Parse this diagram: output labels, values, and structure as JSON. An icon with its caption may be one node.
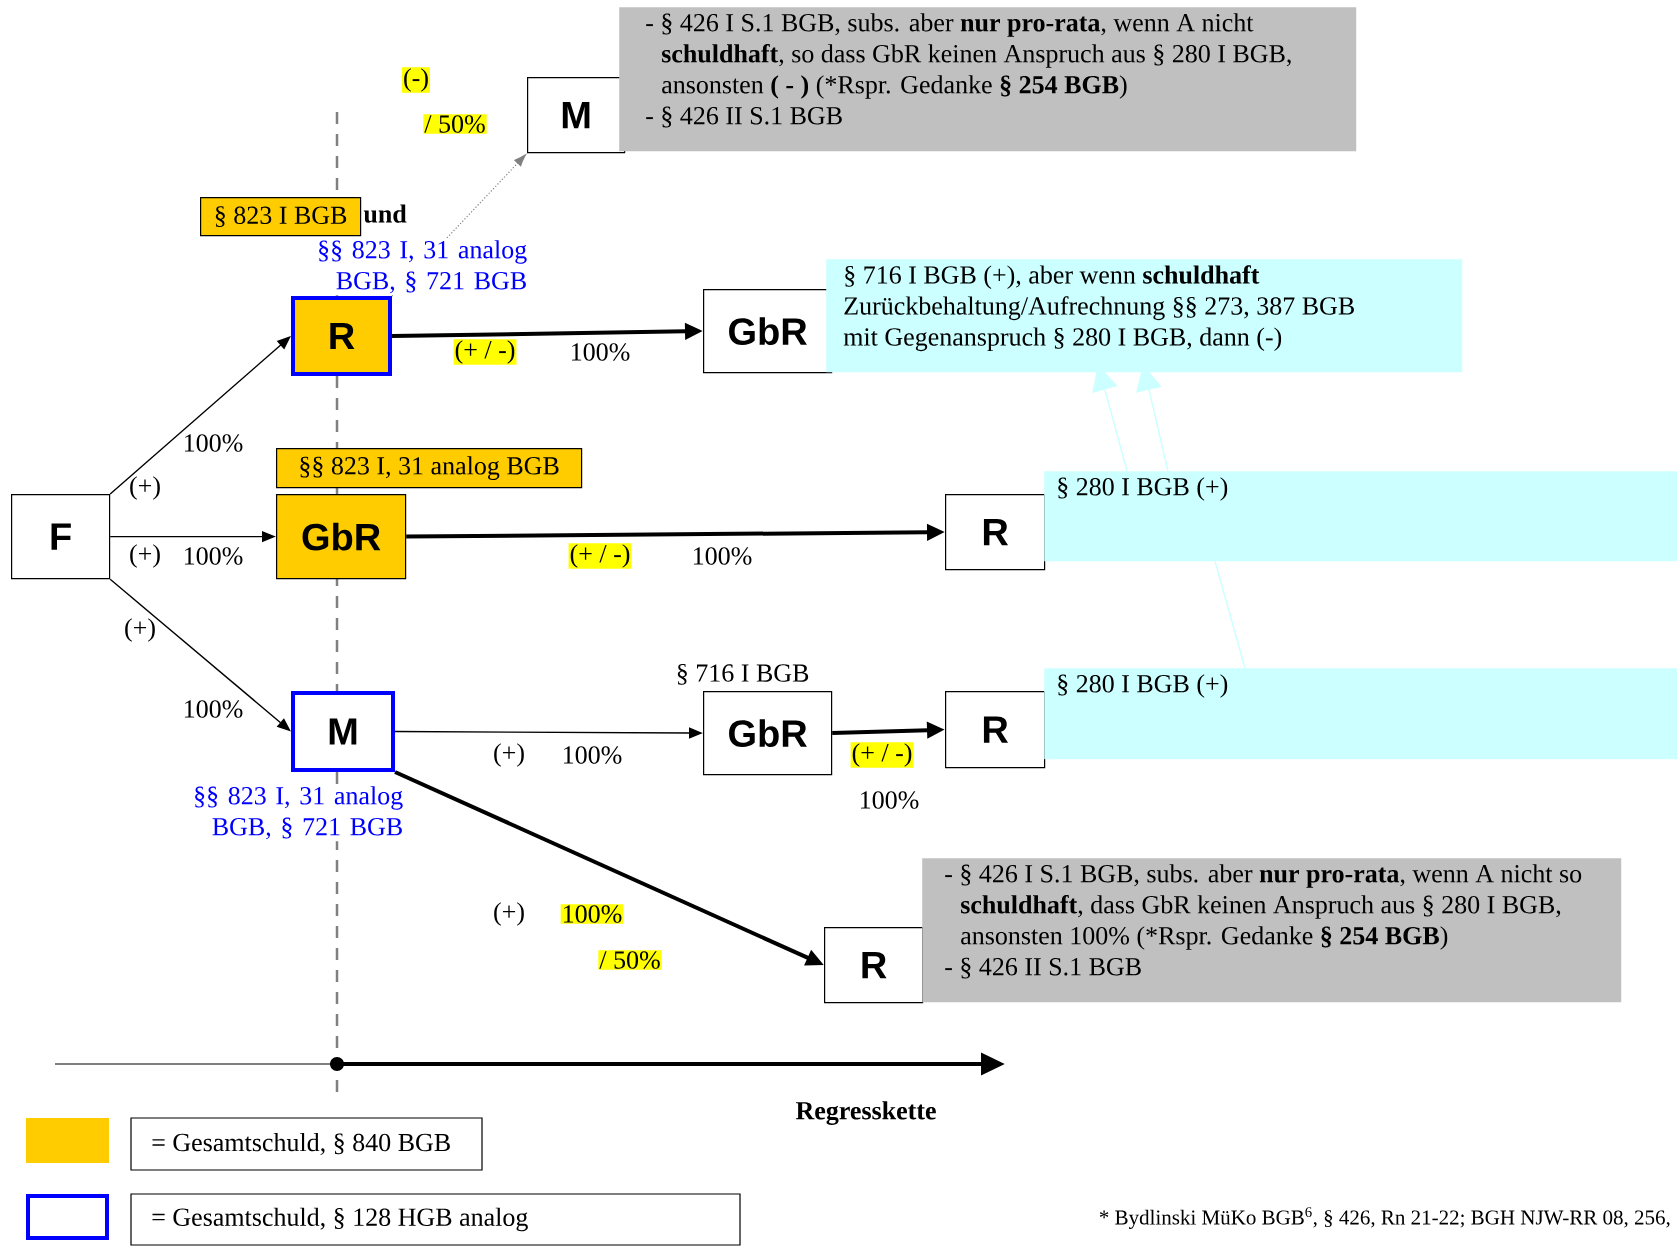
{
  "diagram": {
    "nodes": [
      {
        "text": [
          "M"
        ]
      },
      {
        "text": [
          "- § 426 I S.1 BGB, subs. aber **nur pro-rata**, wenn A nicht **schuldhaft**, so dass GbR keinen Anspruch aus § 280 I BGB, ansonsten **( - )** (*Rspr. Gedanke **§ 254 BGB**)",
          "- § 426 II S.1 BGB"
        ]
      },
      {
        "text": [
          "§  823 I BGB"
        ],
        "beside": [
          "und"
        ]
      },
      {
        "text": [
          "R"
        ]
      },
      {
        "text": [
          "GbR"
        ]
      },
      {
        "text": [
          "§ 716 I BGB (+), aber wenn **schuldhaft** Zurückbehaltung/Aufrechnung §§ 273, 387 BGB mit Gegenanspruch § 280 I BGB, dann (-)"
        ]
      },
      {
        "text": [
          "§§ 823 I, 31 analog BGB"
        ]
      },
      {
        "text": [
          "F"
        ]
      },
      {
        "text": [
          "GbR"
        ]
      },
      {
        "text": [
          "R"
        ]
      },
      {
        "text": [
          "§ 280 I BGB (+)"
        ]
      },
      {
        "text": [
          "GbR"
        ],
        "beside": [
          "§ 716 I BGB"
        ]
      },
      {
        "text": [
          "M"
        ]
      },
      {
        "text": [
          "R"
        ]
      },
      {
        "text": [
          "§ 280 I BGB (+)"
        ]
      },
      {
        "text": [
          "R"
        ]
      },
      {
        "text": [
          "- § 426 I S.1 BGB, subs. aber **nur pro-rata**, wenn A nicht so **schuldhaft**, dass GbR keinen Anspruch aus § 280 I BGB, ansonsten 100% (*Rspr. Gedanke **§ 254 BGB**)",
          "- § 426 II S.1 BGB"
        ]
      }
    ],
    "edges": [
      {
        "from": 7,
        "to": 3,
        "arrow": "to",
        "label": "100%"
      },
      {
        "from": 7,
        "to": 8,
        "arrow": "to",
        "label": "100%"
      },
      {
        "from": 7,
        "to": 12,
        "arrow": "to",
        "label": "100%"
      },
      {
        "from": 3,
        "to": 0,
        "arrow": "to",
        "style": "dashed",
        "color": "#808080"
      },
      {
        "from": 3,
        "to": 4,
        "arrow": "to",
        "style": "thick",
        "label": "100%"
      },
      {
        "from": 8,
        "to": 9,
        "arrow": "to",
        "style": "thick",
        "label": "100%"
      },
      {
        "from": 12,
        "to": 11,
        "arrow": "to",
        "label": "100%"
      },
      {
        "from": 11,
        "to": 13,
        "arrow": "to",
        "style": "thick",
        "label": "100%"
      },
      {
        "from": 12,
        "to": 15,
        "arrow": "to",
        "style": "thick",
        "label": "100%"
      },
      {
        "from": 10,
        "to": 5,
        "arrow": "to",
        "color": "#ccffff"
      },
      {
        "from": 10,
        "to": 5,
        "arrow": "to",
        "color": "#ccffff"
      },
      {
        "from": 14,
        "to": 10,
        "arrow": "none",
        "color": "#ccffff"
      }
    ],
    "labels": [
      "(-)",
      "/ 50%",
      "§§ 823 I, 31 analog BGB, § 721 BGB",
      "(+ / -)",
      "(+)",
      "(+)",
      "(+ / -)",
      "(+)",
      "(+)",
      "(+ / -)",
      "§§ 823 I, 31 analog BGB, § 721 BGB",
      "(+)",
      "/ 50%",
      "Regresskette",
      "* Bydlinski MüKo BGB$^{6}$, § 426, Rn 21-22; BGH NJW-RR 08, 256,"
    ],
    "legend": [
      {
        "text": "= Gesamtschuld, § 840 BGB",
        "color": "#ffcc00"
      },
      {
        "text": "= Gesamtschuld, § 128 HGB analog"
      }
    ]
  }
}
